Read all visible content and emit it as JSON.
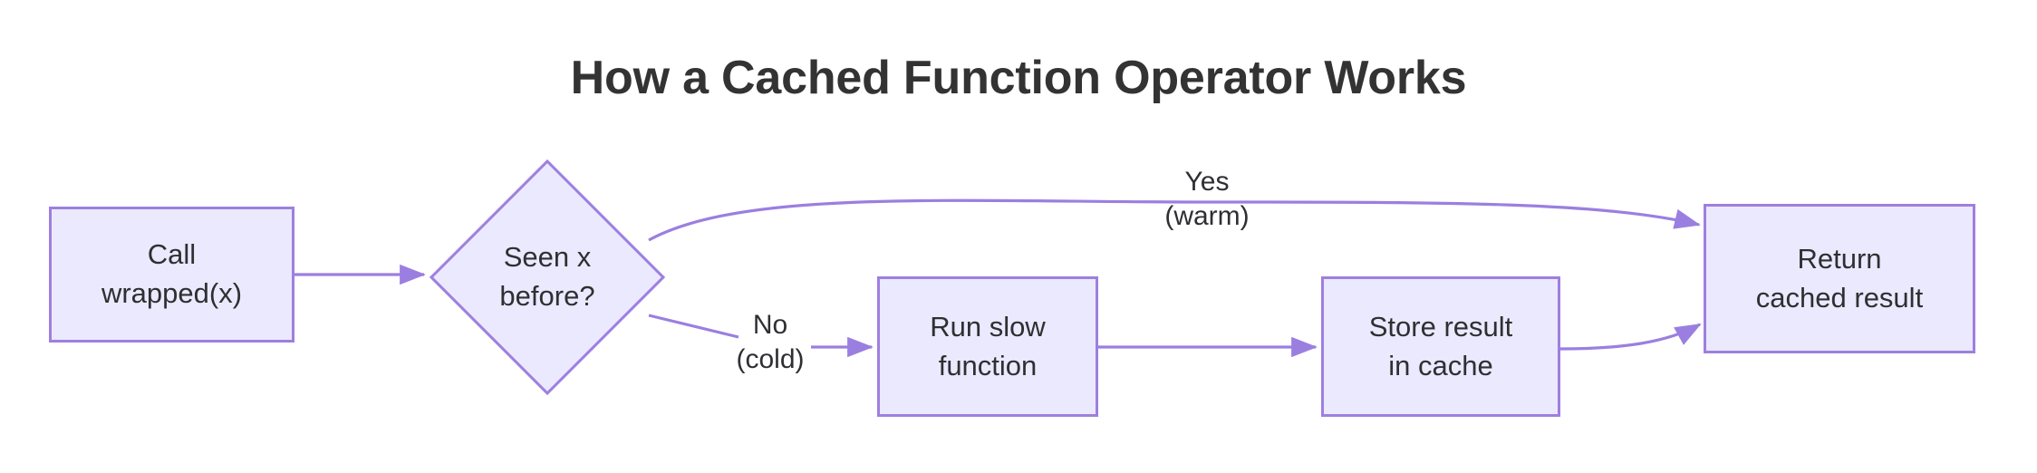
{
  "diagram": {
    "title": "How a Cached Function Operator Works",
    "type": "flowchart",
    "direction": "left-to-right",
    "colors": {
      "node_fill": "#ebe9fd",
      "node_border": "#9e7fe0",
      "edge_stroke": "#9a7fe0",
      "text": "#2f2f33",
      "title_text": "#333333",
      "background": "#ffffff"
    },
    "nodes": [
      {
        "id": "call",
        "shape": "rectangle",
        "label": "Call\nwrapped(x)"
      },
      {
        "id": "seen",
        "shape": "diamond",
        "label": "Seen x\nbefore?"
      },
      {
        "id": "run",
        "shape": "rectangle",
        "label": "Run slow\nfunction"
      },
      {
        "id": "store",
        "shape": "rectangle",
        "label": "Store result\nin cache"
      },
      {
        "id": "return",
        "shape": "rectangle",
        "label": "Return\ncached result"
      }
    ],
    "edges": [
      {
        "id": "e1",
        "from": "call",
        "to": "seen",
        "label": "",
        "style": "straight-arrow"
      },
      {
        "id": "e2",
        "from": "seen",
        "to": "return",
        "label": "Yes\n(warm)",
        "style": "curved-arrow"
      },
      {
        "id": "e3",
        "from": "seen",
        "to": "run",
        "label": "No\n(cold)",
        "style": "curved-arrow"
      },
      {
        "id": "e4",
        "from": "run",
        "to": "store",
        "label": "",
        "style": "straight-arrow"
      },
      {
        "id": "e5",
        "from": "store",
        "to": "return",
        "label": "",
        "style": "curved-arrow"
      }
    ]
  }
}
